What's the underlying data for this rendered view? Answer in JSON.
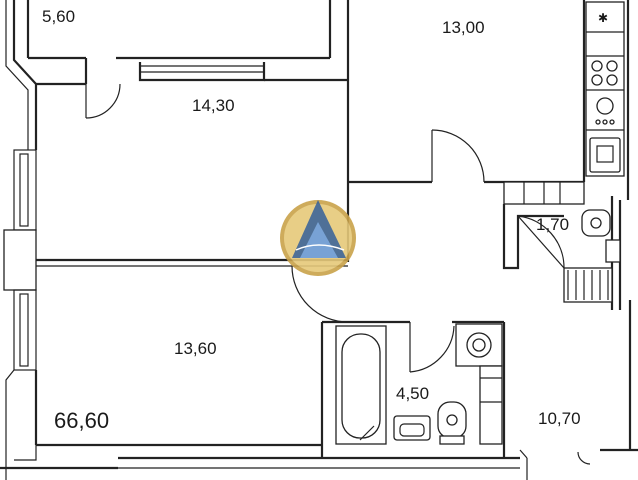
{
  "rooms": [
    {
      "id": "room-a",
      "area": "5,60"
    },
    {
      "id": "room-b",
      "area": "13,00"
    },
    {
      "id": "room-c",
      "area": "14,30"
    },
    {
      "id": "room-d",
      "area": "1,70"
    },
    {
      "id": "room-e",
      "area": "13,60"
    },
    {
      "id": "room-f",
      "area": "4,50"
    },
    {
      "id": "room-g",
      "area": "10,70"
    }
  ],
  "total_area": "66,60",
  "colors": {
    "wall": "#222222",
    "logo_gold": "#c9a24a",
    "logo_blue": "#1f4f8f"
  }
}
